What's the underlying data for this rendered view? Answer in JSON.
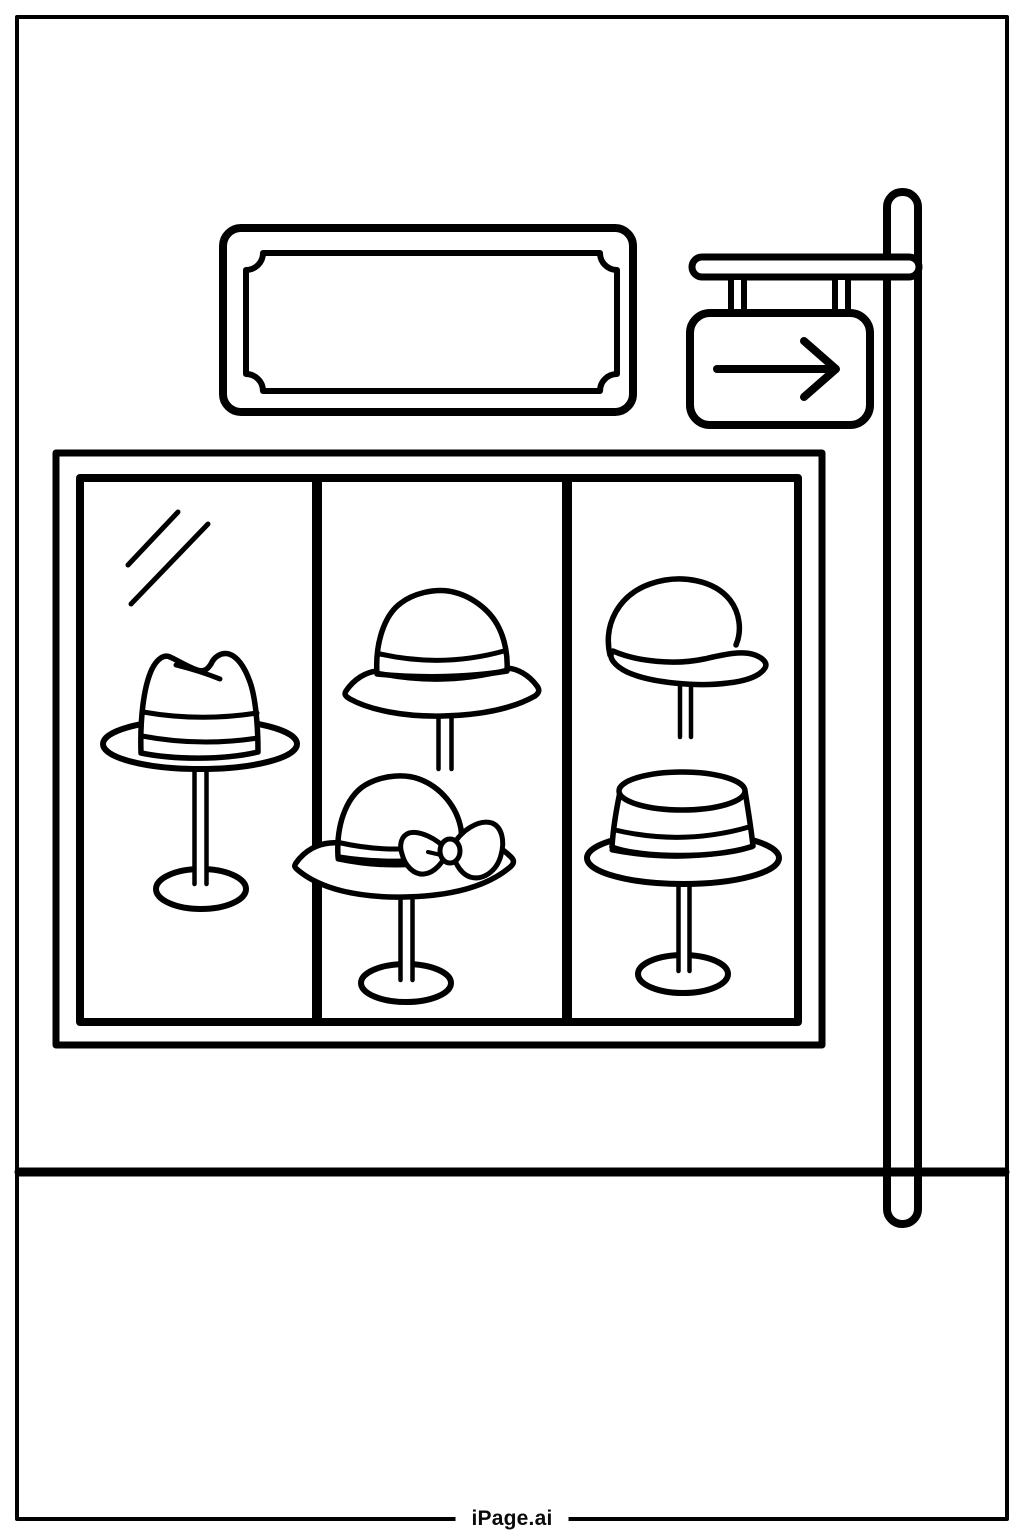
{
  "page": {
    "background": "#ffffff",
    "ink_color": "#000000",
    "style": "black-and-white coloring page line art"
  },
  "footer": {
    "brand": "iPage.ai"
  },
  "scene": {
    "signboard": {
      "text": ""
    },
    "direction_sign": {
      "icon": "arrow-right"
    },
    "window_panels": [
      {
        "hats": [
          "fedora-on-stand"
        ]
      },
      {
        "hats": [
          "sun-hat-on-pole",
          "bow-hat-on-stand"
        ]
      },
      {
        "hats": [
          "flat-cap-on-pole",
          "boater-hat-on-stand"
        ]
      }
    ]
  }
}
